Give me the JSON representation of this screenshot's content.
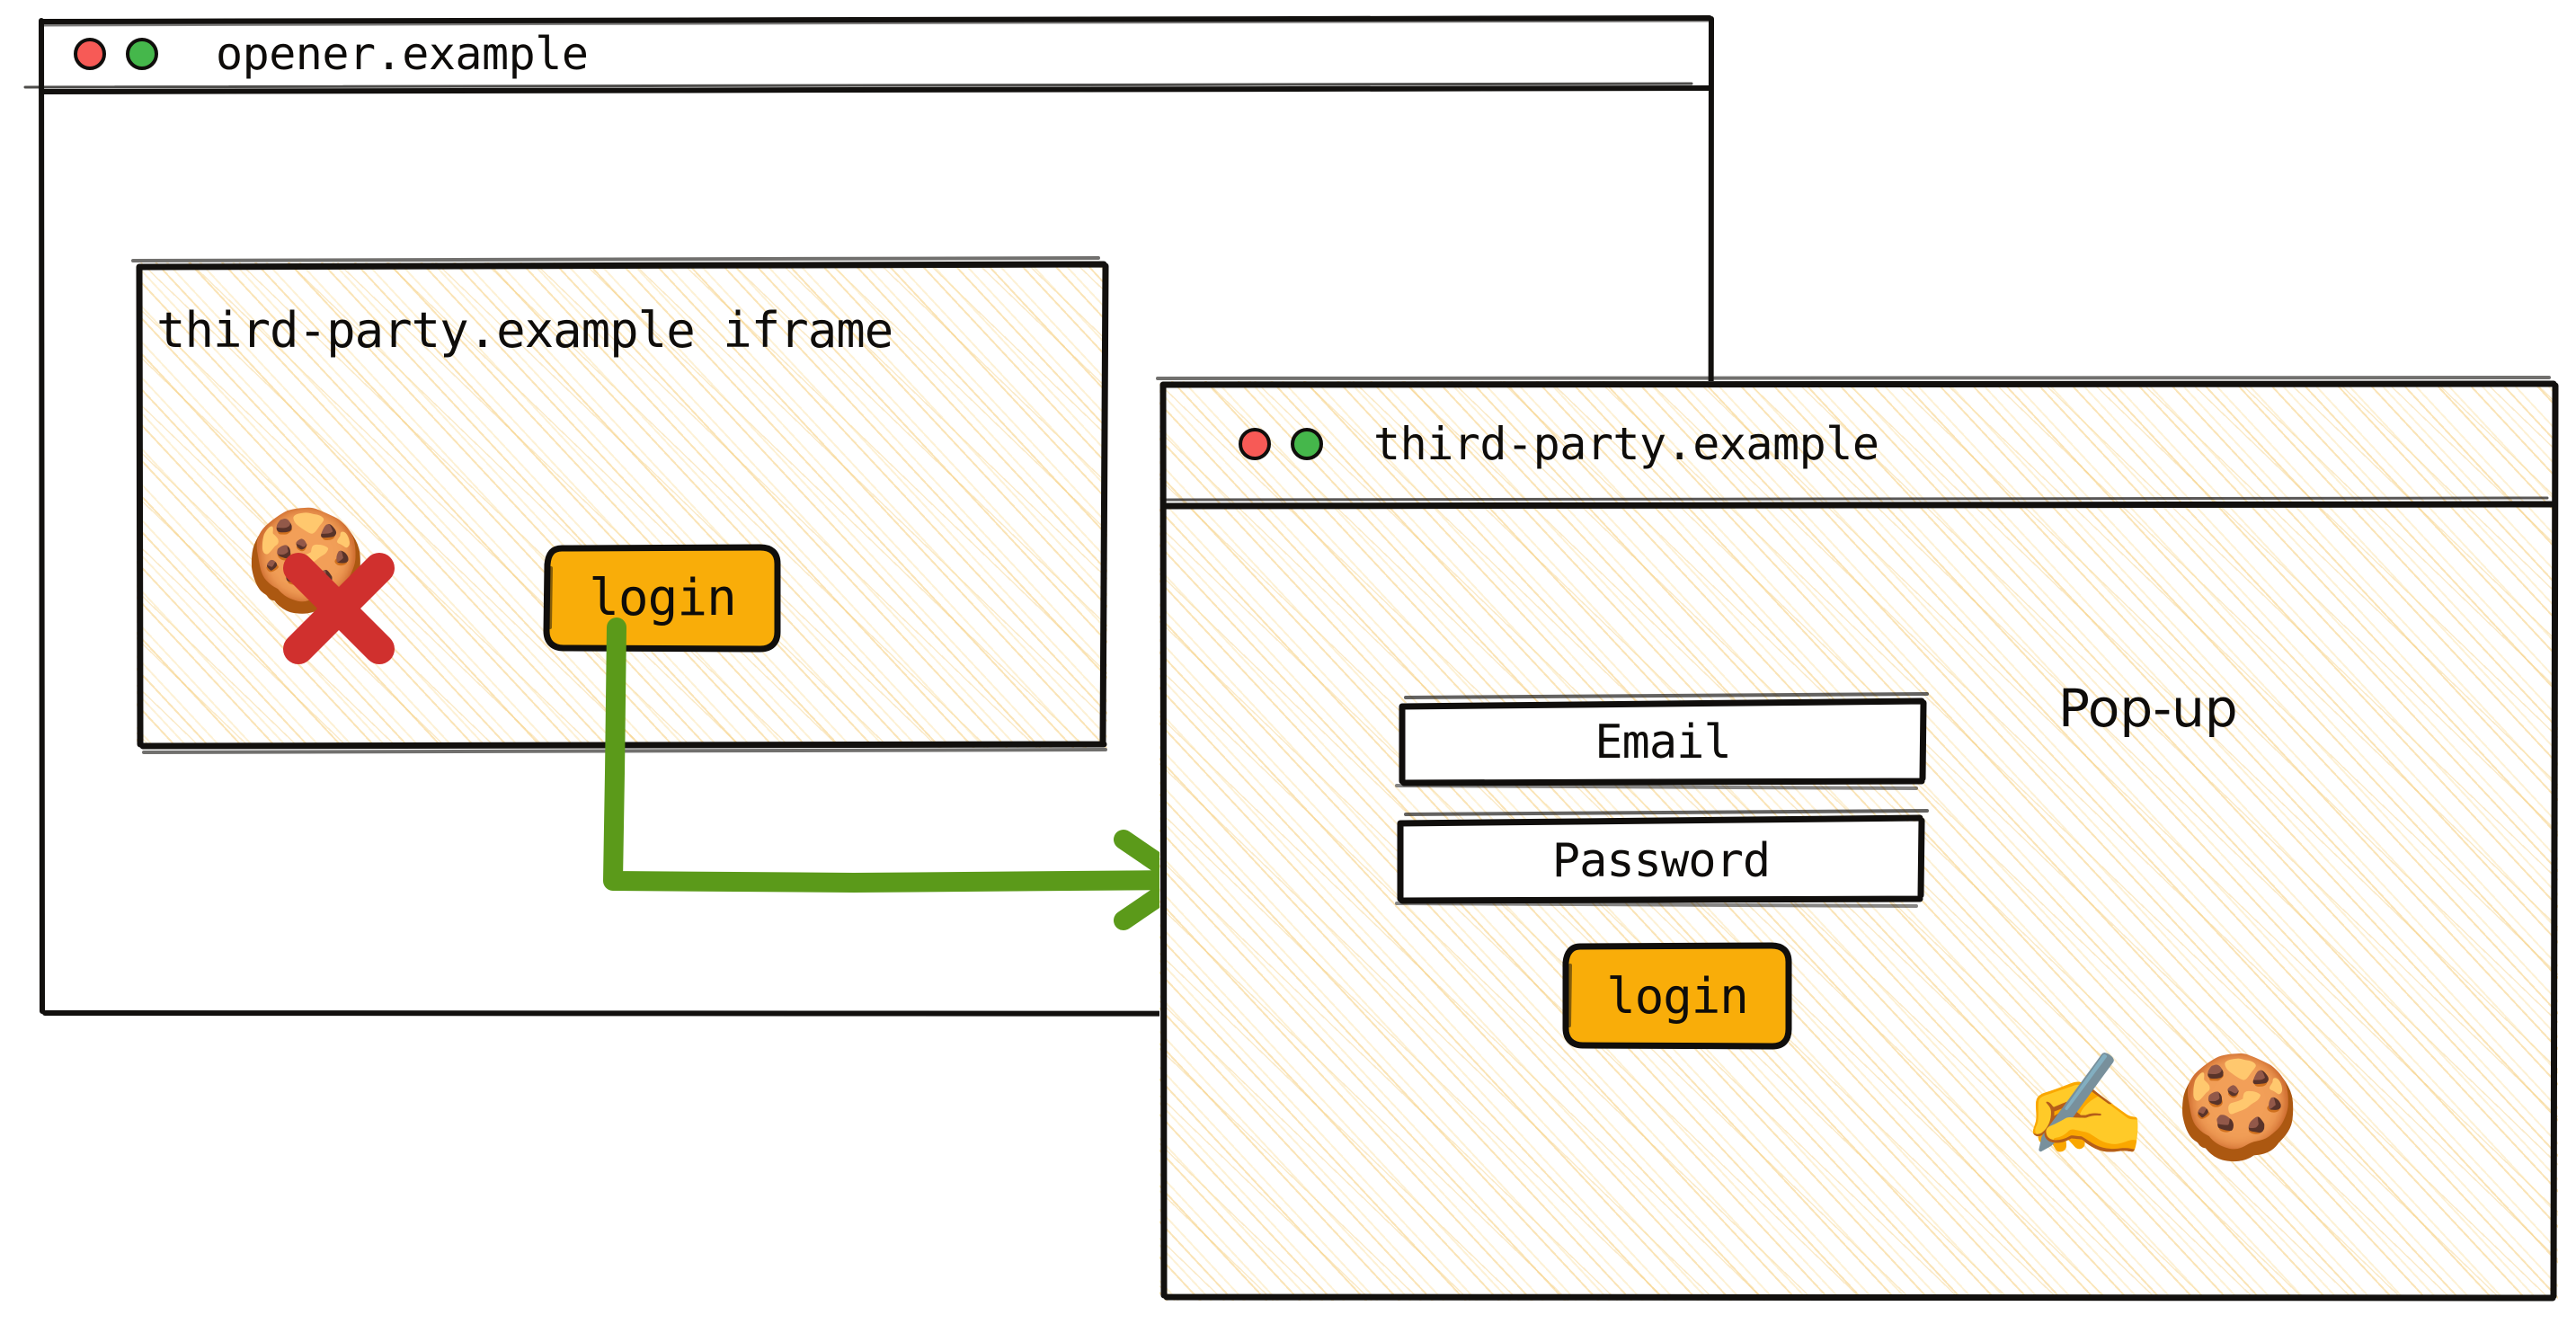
{
  "opener_window": {
    "name": "opener-window",
    "title": "opener.example",
    "traffic_lights": [
      {
        "name": "close-dot",
        "color": "#f75a56"
      },
      {
        "name": "maximize-dot",
        "color": "#45b74b"
      }
    ],
    "iframe_panel": {
      "title": "third-party.example iframe",
      "cookie_icon": "🍪",
      "cookie_blocked_mark": "x-mark",
      "login_button": "login"
    }
  },
  "popup_window": {
    "name": "popup-window",
    "title": "third-party.example",
    "label": "Pop-up",
    "traffic_lights": [
      {
        "name": "close-dot",
        "color": "#f75a56"
      },
      {
        "name": "maximize-dot",
        "color": "#45b74b"
      }
    ],
    "form": {
      "email_field": "Email",
      "password_field": "Password",
      "login_button": "login"
    },
    "writing_hand_icon": "✍️",
    "cookie_icon": "🍪"
  },
  "flow_arrow": {
    "name": "login-opens-popup-arrow",
    "color": "#5b9a1a"
  },
  "colors": {
    "accent_orange": "#f9ad09",
    "arrow_green": "#5b9a1a",
    "blocked_red": "#d0302e",
    "ink": "#12100e",
    "hatch_cream": "#f6ce7c"
  }
}
